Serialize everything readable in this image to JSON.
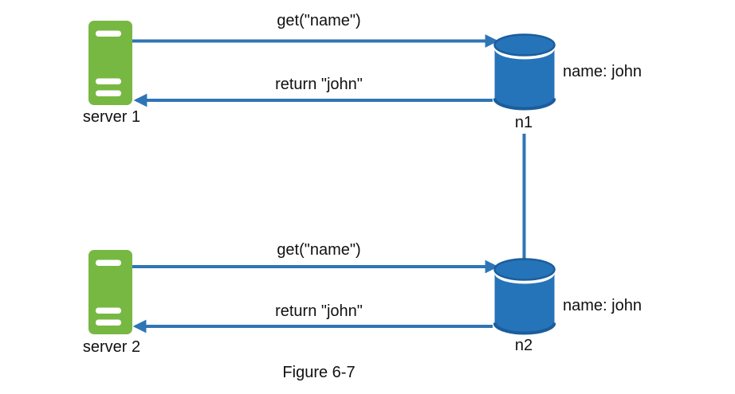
{
  "figure": {
    "caption": "Figure 6-7",
    "colors": {
      "server_green": "#77B843",
      "db_fill": "#2574B9",
      "db_edge": "#1C5D9B",
      "arrow": "#2E75B6",
      "text": "#111111",
      "background": "#FFFFFF"
    },
    "rows": [
      {
        "server_label": "server 1",
        "request": "get(\"name\")",
        "response": "return \"john\"",
        "node": "n1",
        "node_value": "name: john"
      },
      {
        "server_label": "server 2",
        "request": "get(\"name\")",
        "response": "return \"john\"",
        "node": "n2",
        "node_value": "name: john"
      }
    ]
  }
}
